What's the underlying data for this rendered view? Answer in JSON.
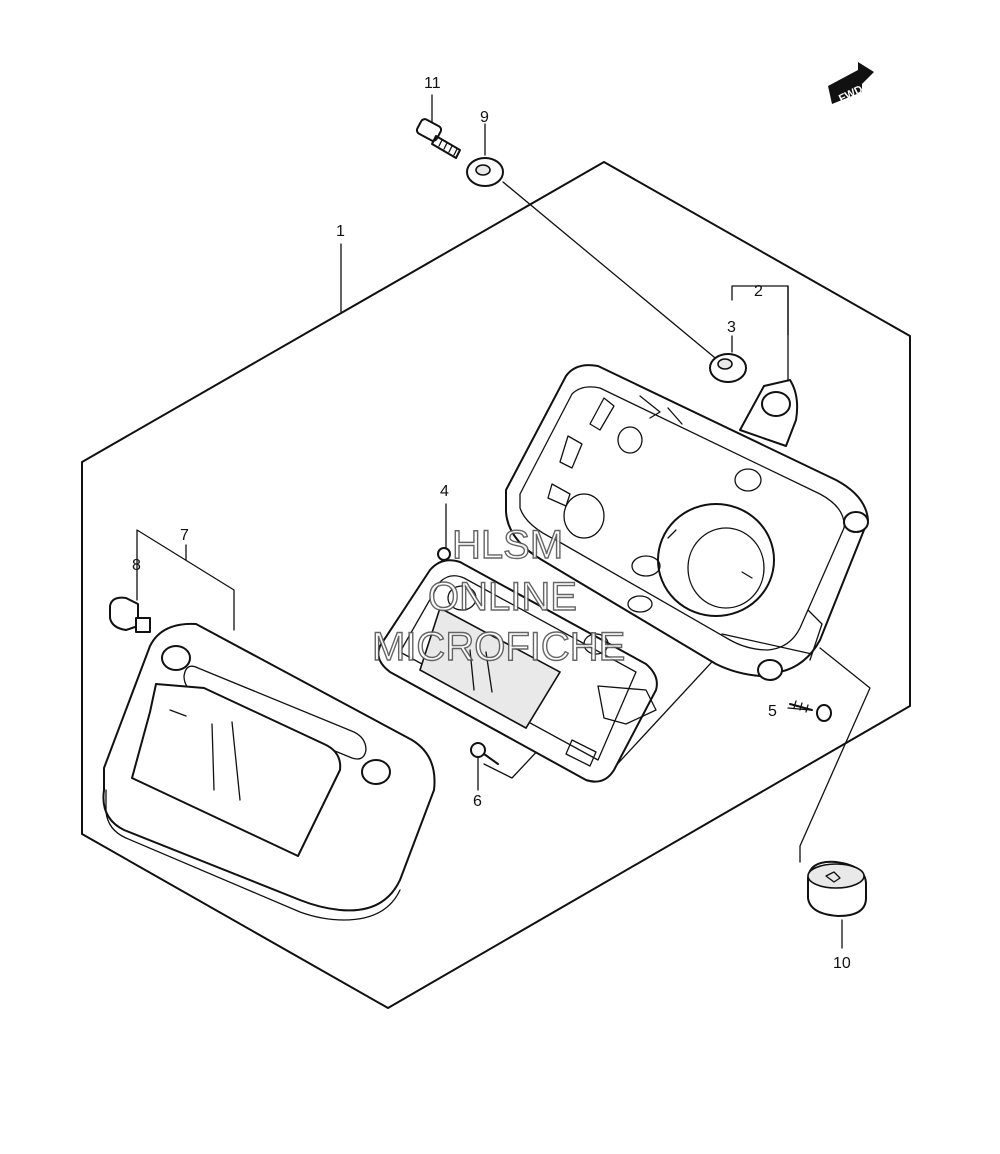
{
  "diagram": {
    "direction_marker": {
      "text": "FWD",
      "icon": "forward-arrow-icon"
    },
    "callouts": [
      "1",
      "2",
      "3",
      "4",
      "5",
      "6",
      "7",
      "8",
      "9",
      "10",
      "11"
    ],
    "watermark": [
      "HLSM",
      "ONLINE",
      "MICROFICHE"
    ]
  }
}
